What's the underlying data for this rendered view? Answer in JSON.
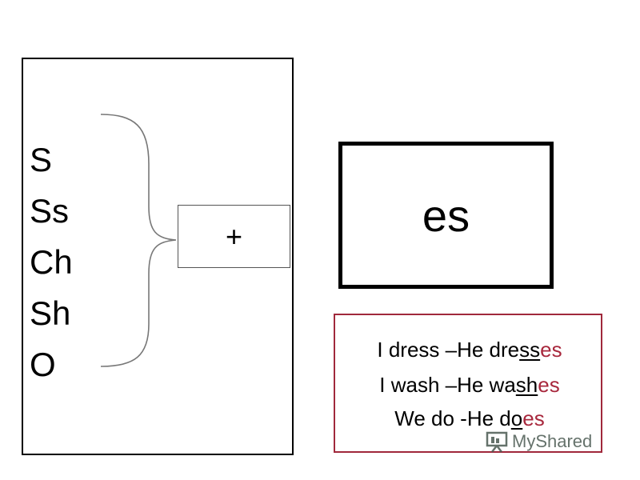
{
  "endings": [
    "S",
    "Ss",
    "Ch",
    "Sh",
    "O"
  ],
  "plus_sign": "+",
  "result_ending": "es",
  "examples": [
    {
      "prefix": "I dress –He dre",
      "underlined": "ss",
      "highlight": "es"
    },
    {
      "prefix": "I wash –He wa",
      "underlined": "sh",
      "highlight": "es"
    },
    {
      "prefix": "We do -He d",
      "underlined": "o",
      "highlight": "es"
    }
  ],
  "watermark": "MyShared",
  "colors": {
    "highlight": "#a8283d",
    "examples_border": "#a0283b"
  }
}
